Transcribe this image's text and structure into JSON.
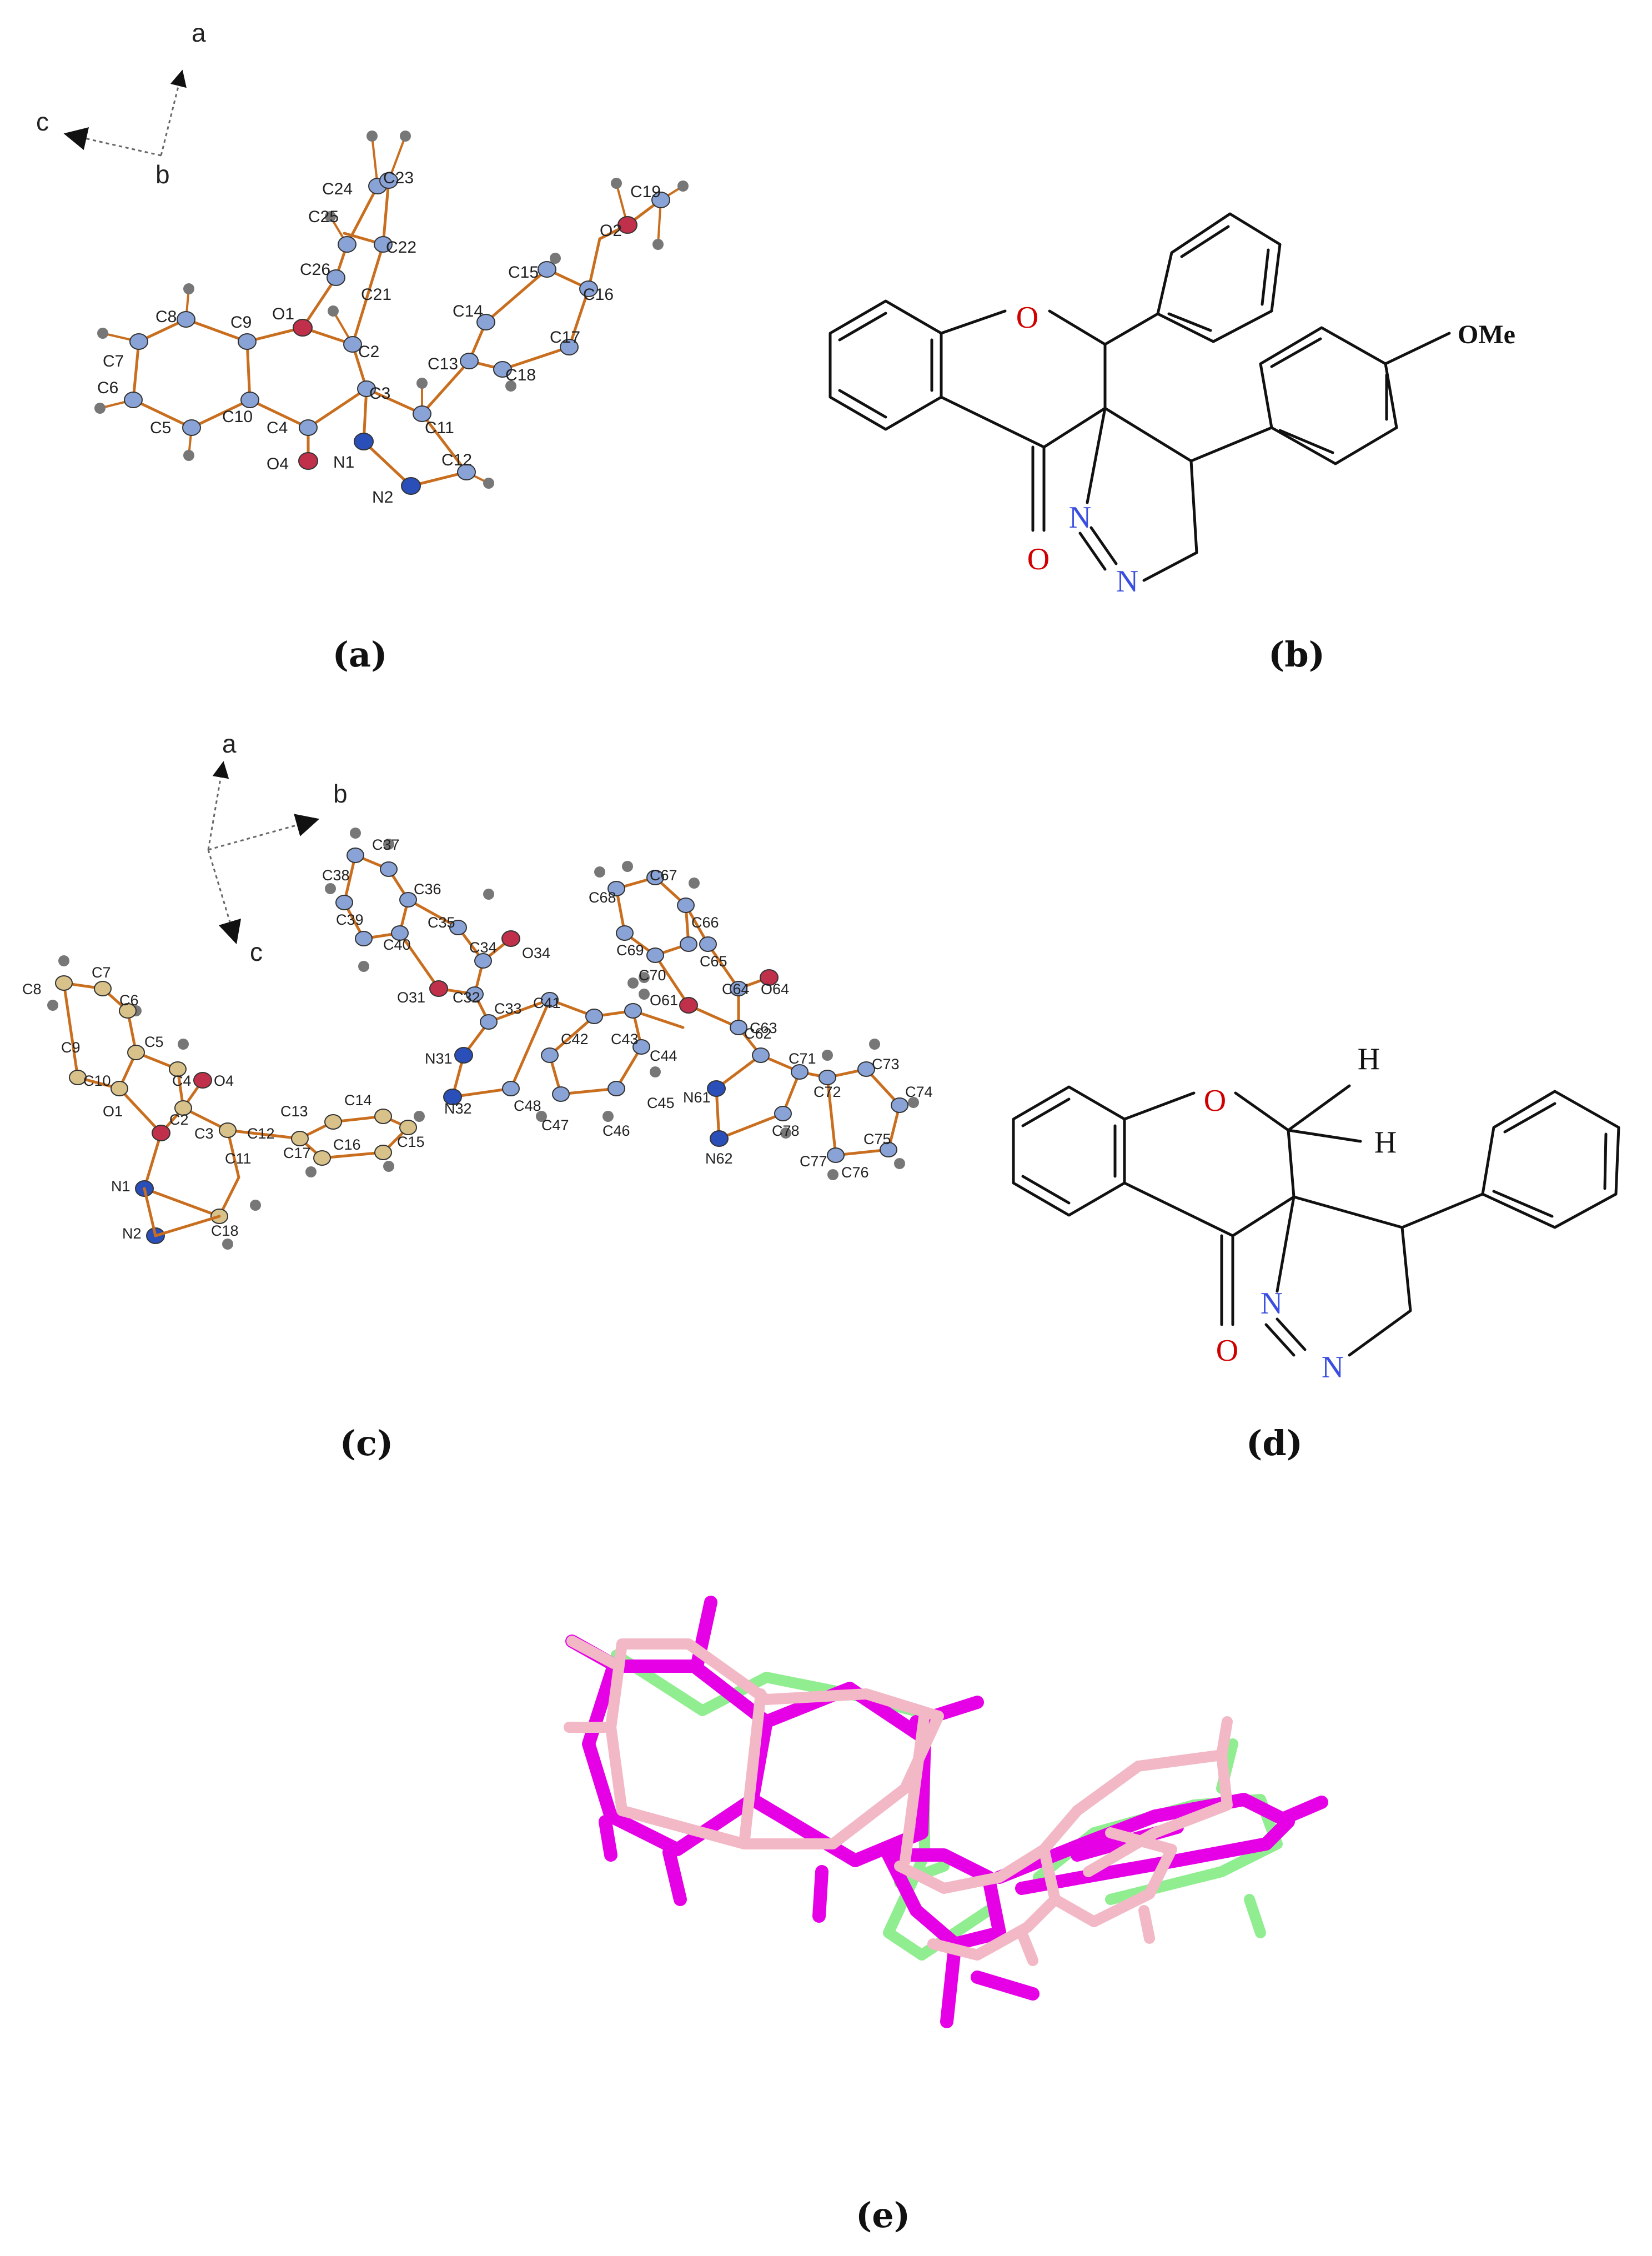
{
  "captions": {
    "a": "(a)",
    "b": "(b)",
    "c": "(c)",
    "d": "(d)",
    "e": "(e)"
  },
  "axes_a": {
    "a": "a",
    "b": "b",
    "c": "c"
  },
  "axes_c": {
    "a": "a",
    "b": "b",
    "c": "c"
  },
  "struct_b": {
    "O_ring": "O",
    "OMe": "OMe",
    "O_keto": "O",
    "N1": "N",
    "N2": "N"
  },
  "struct_d": {
    "O_ring": "O",
    "H1": "H",
    "H2": "H",
    "O_keto": "O",
    "N1": "N",
    "N2": "N"
  },
  "atoms_a": [
    "C24",
    "C23",
    "C25",
    "C22",
    "C26",
    "C21",
    "O1",
    "C2",
    "C8",
    "C9",
    "C7",
    "C6",
    "C10",
    "C5",
    "C3",
    "C4",
    "O4",
    "N1",
    "N2",
    "C11",
    "C12",
    "C13",
    "C14",
    "C15",
    "C16",
    "C17",
    "C18",
    "O2",
    "C19"
  ],
  "atoms_c_mol1": [
    "C8",
    "C7",
    "C6",
    "C5",
    "C9",
    "C10",
    "O1",
    "C4",
    "O4",
    "C2",
    "C3",
    "N1",
    "N2",
    "C11",
    "C12",
    "C13",
    "C14",
    "C15",
    "C16",
    "C17",
    "C18"
  ],
  "atoms_c_mol2": [
    "C37",
    "C38",
    "C36",
    "C39",
    "C35",
    "C40",
    "C34",
    "O34",
    "O31",
    "C32",
    "C33",
    "C41",
    "N31",
    "N32",
    "C48",
    "C42",
    "C43",
    "C47",
    "C46",
    "C45",
    "C44"
  ],
  "atoms_c_mol3": [
    "C67",
    "C68",
    "C66",
    "C69",
    "C65",
    "C70",
    "C64",
    "O64",
    "O61",
    "C62",
    "C63",
    "N61",
    "N62",
    "C78",
    "C71",
    "C72",
    "C73",
    "C74",
    "C75",
    "C76",
    "C77"
  ],
  "overlay_colors": {
    "mol1": "#e600e6",
    "mol2": "#f2b8c6",
    "mol3": "#90ee90"
  }
}
